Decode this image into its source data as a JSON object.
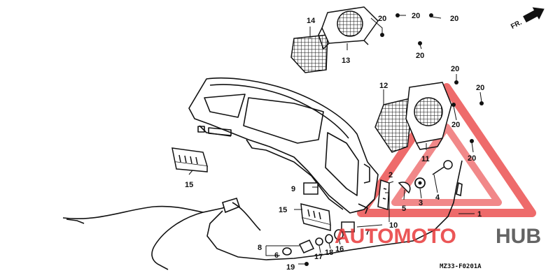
{
  "diagram": {
    "direction_marker": "FR.",
    "figure_code": "MZ33-F0201A",
    "colors": {
      "line": "#111111",
      "watermark_red": "#e8393a",
      "watermark_gray": "#4a4a4a"
    },
    "callouts": [
      "1",
      "2",
      "3",
      "4",
      "5",
      "6",
      "7",
      "8",
      "9",
      "10",
      "11",
      "12",
      "13",
      "14",
      "15",
      "16",
      "17",
      "18",
      "19",
      "20"
    ]
  },
  "watermark": {
    "part_red": "AUTOMOTO",
    "part_gray": "HUB"
  }
}
